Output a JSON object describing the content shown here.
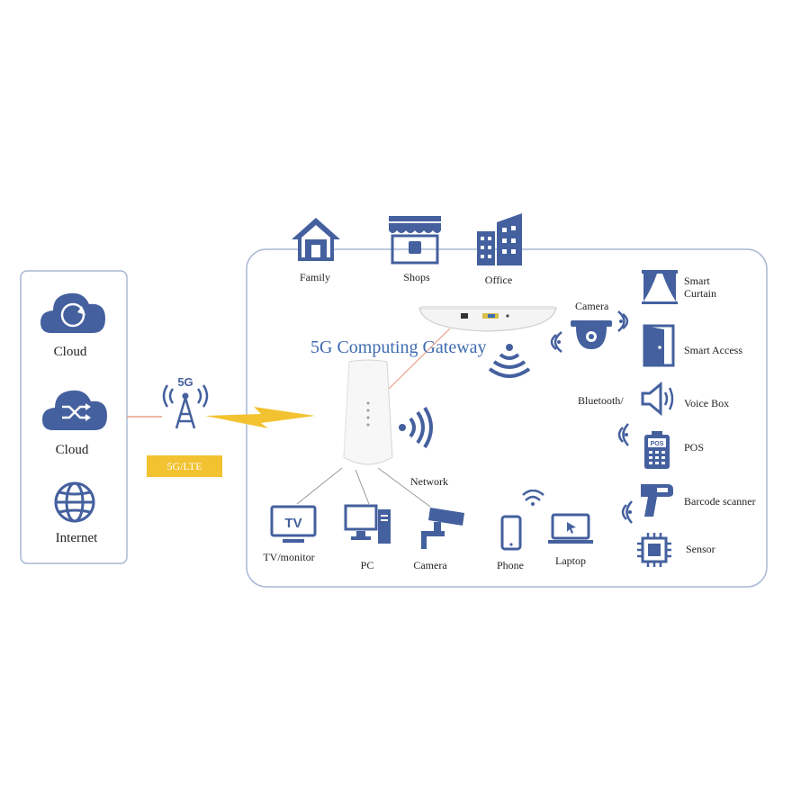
{
  "colors": {
    "icon": "#44609e",
    "frame": "#a9b8d4",
    "accent": "#3e6bb0",
    "tag": "#f2c230",
    "bolt": "#f2c230",
    "link": "#e8a08a"
  },
  "left_panel": {
    "items": [
      {
        "label": "Cloud",
        "icon": "cloud-sync-icon"
      },
      {
        "label": "Cloud",
        "icon": "cloud-shuffle-icon"
      },
      {
        "label": "Internet",
        "icon": "globe-icon"
      }
    ]
  },
  "uplink": {
    "badge": "5G",
    "tag": "5G/LTE",
    "icon": "cell-tower-icon"
  },
  "gateway": {
    "title": "5G Computing Gateway",
    "network_label": "Network"
  },
  "top_places": [
    {
      "label": "Family",
      "icon": "house-icon"
    },
    {
      "label": "Shops",
      "icon": "shop-icon"
    },
    {
      "label": "Office",
      "icon": "office-building-icon"
    }
  ],
  "wireless_devices": {
    "camera": "Camera",
    "bluetooth": "Bluetooth/",
    "smart_curtain": "Smart\nCurtain",
    "smart_access": "Smart Access",
    "voice_box": "Voice Box",
    "pos": "POS",
    "pos_screen": "POS",
    "barcode_scanner": "Barcode scanner",
    "sensor": "Sensor"
  },
  "wired_devices": [
    {
      "label": "TV/monitor",
      "icon": "tv-icon",
      "screen_text": "TV"
    },
    {
      "label": "PC",
      "icon": "pc-icon"
    },
    {
      "label": "Camera",
      "icon": "cctv-camera-icon"
    }
  ],
  "mobile_devices": [
    {
      "label": "Phone",
      "icon": "phone-icon"
    },
    {
      "label": "Laptop",
      "icon": "laptop-icon"
    }
  ]
}
